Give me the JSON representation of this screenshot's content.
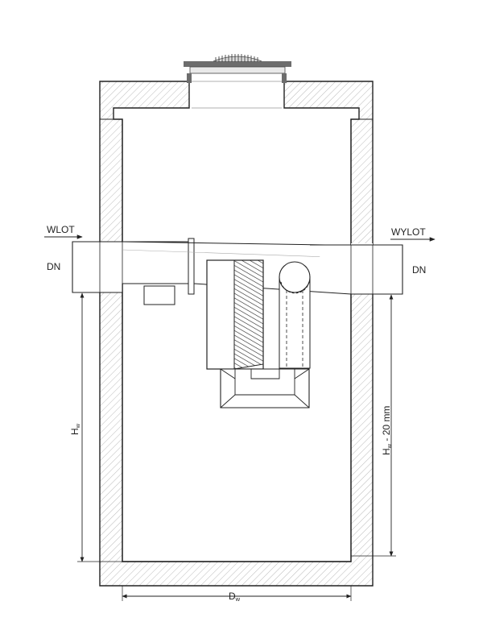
{
  "labels": {
    "inlet": "WLOT",
    "outlet": "WYLOT",
    "dn_left": "DN",
    "dn_right": "DN",
    "hw_main": "H",
    "hw_sub": "w",
    "hw2_main": "H",
    "hw2_sub": "w",
    "hw2_suffix": " - 20 mm",
    "dw_main": "D",
    "dw_sub": "w"
  },
  "colors": {
    "line": "#222222",
    "hatch": "#9a9a9a",
    "frame": "#6d6d6d"
  }
}
